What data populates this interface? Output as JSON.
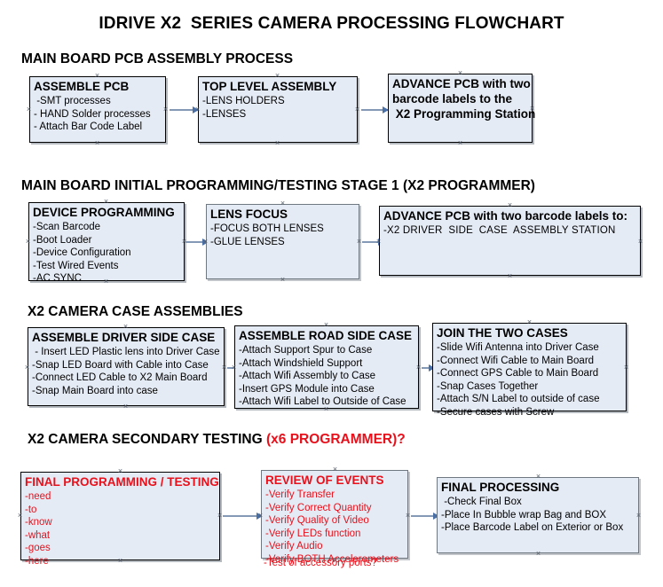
{
  "document": {
    "title": "IDRIVE X2  SERIES CAMERA PROCESSING FLOWCHART"
  },
  "sections": [
    {
      "heading": "MAIN BOARD PCB ASSEMBLY PROCESS",
      "heading_accent": "",
      "boxes": [
        {
          "header": "ASSEMBLE PCB",
          "lines": [
            " -SMT processes",
            "- HAND Solder processes",
            "- Attach Bar Code Label"
          ]
        },
        {
          "header": "TOP LEVEL ASSEMBLY",
          "lines": [
            "-LENS HOLDERS",
            "-LENSES"
          ]
        },
        {
          "header": "ADVANCE PCB with two",
          "lines": [
            "barcode labels to the",
            " X2 Programming Station"
          ]
        }
      ]
    },
    {
      "heading": "MAIN BOARD INITIAL PROGRAMMING/TESTING STAGE 1 (X2 PROGRAMMER)",
      "heading_accent": "",
      "boxes": [
        {
          "header": "DEVICE PROGRAMMING",
          "lines": [
            "-Scan Barcode",
            "-Boot Loader",
            "-Device Configuration",
            "-Test Wired Events",
            "-AC SYNC"
          ]
        },
        {
          "header": "LENS FOCUS",
          "lines": [
            "-FOCUS BOTH LENSES",
            "-GLUE LENSES"
          ]
        },
        {
          "header": "ADVANCE PCB with two barcode labels to:",
          "lines": [
            "-X2 DRIVER  SIDE  CASE  ASSEMBLY STATION"
          ]
        }
      ]
    },
    {
      "heading": "X2 CAMERA CASE ASSEMBLIES",
      "heading_accent": "",
      "boxes": [
        {
          "header": "ASSEMBLE DRIVER SIDE CASE",
          "lines": [
            " - Insert LED Plastic lens into Driver Case",
            "-Snap LED Board with Cable into Case",
            "-Connect LED Cable to X2 Main Board",
            "-Snap Main Board into case"
          ]
        },
        {
          "header": "ASSEMBLE ROAD SIDE CASE",
          "lines": [
            "-Attach Support Spur to Case",
            "-Attach Windshield Support",
            "-Attach Wifi Assembly to Case",
            "-Insert GPS Module into Case",
            "-Attach Wifi Label to Outside of Case"
          ]
        },
        {
          "header": "JOIN THE TWO CASES",
          "lines": [
            "-Slide Wifi Antenna into Driver Case",
            "-Connect Wifi Cable to Main Board",
            "-Connect GPS Cable to Main Board",
            "-Snap Cases Together",
            "-Attach S/N Label to outside of case",
            "-Secure cases with Screw"
          ]
        }
      ]
    },
    {
      "heading": "X2 CAMERA SECONDARY TESTING ",
      "heading_accent": "(x6 PROGRAMMER)?",
      "boxes": [
        {
          "header": "FINAL PROGRAMMING / TESTING",
          "lines": [
            "-need",
            "-to",
            "-know",
            "-what",
            "-goes",
            "-here"
          ]
        },
        {
          "header": "REVIEW OF EVENTS",
          "lines": [
            "-Verify Transfer",
            "-Verify Correct Quantity",
            "-Verify Quality of Video",
            "-Verify LEDs function",
            "-Verify Audio",
            "-Verify BOTH Accelerometers"
          ],
          "overflow_line": "-Test of accessory ports?"
        },
        {
          "header": "FINAL PROCESSING",
          "lines": [
            " -Check Final Box",
            "-Place In Bubble wrap Bag and BOX",
            "-Place Barcode Label on Exterior or Box"
          ]
        }
      ]
    }
  ],
  "colors": {
    "box_fill": "#e5ebf5",
    "box_border": "#000000",
    "arrow": "#4a6fa5",
    "accent_red": "#e8101b",
    "text": "#000000"
  }
}
